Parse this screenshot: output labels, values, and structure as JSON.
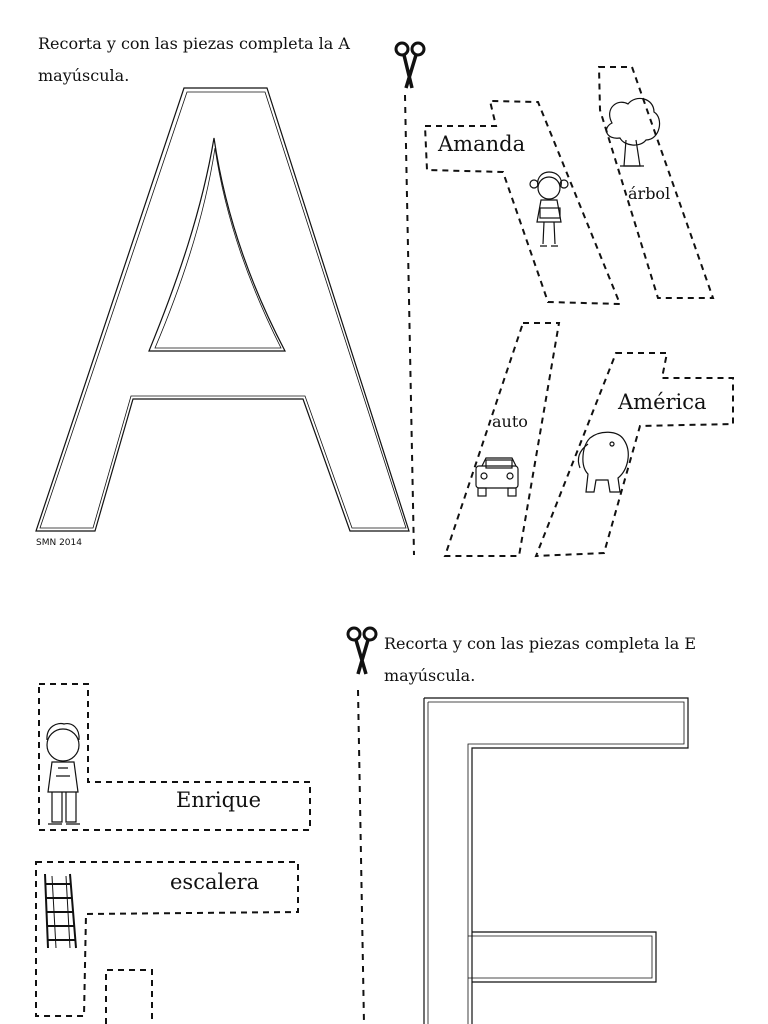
{
  "top_sheet": {
    "instruction_line1": "Recorta y  con las piezas completa la A",
    "instruction_line2": "mayúscula.",
    "credit": "SMN 2014",
    "pieces": {
      "amanda": "Amanda",
      "arbol": "árbol",
      "auto": "auto",
      "america": "América"
    }
  },
  "bottom_sheet": {
    "instruction_line1": "Recorta y con las piezas completa la E",
    "instruction_line2": "mayúscula.",
    "pieces": {
      "enrique": "Enrique",
      "escalera": "escalera"
    }
  },
  "icons": [
    "scissors-icon",
    "girl-icon",
    "tree-icon",
    "car-icon",
    "elephant-icon",
    "boy-icon",
    "ladder-icon"
  ],
  "colors": {
    "ink": "#111111",
    "paper": "#ffffff"
  }
}
